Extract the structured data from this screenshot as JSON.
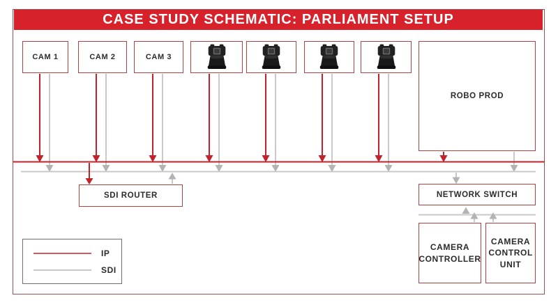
{
  "title": "CASE STUDY SCHEMATIC: PARLIAMENT SETUP",
  "colors": {
    "banner_red": "#d7212b",
    "line_red": "#c2222b",
    "line_gray": "#c9c9c9",
    "arrow_gray": "#b3b3b3",
    "box_border_red": "#b2423f",
    "frame_border": "#9b5151",
    "legend_border": "#6f6f6f",
    "text_dark": "#2b2b2b"
  },
  "cameras": {
    "cam1": "CAM 1",
    "cam2": "CAM 2",
    "cam3": "CAM 3",
    "ptz_icons": [
      {
        "icon": "ptz-camera-icon"
      },
      {
        "icon": "ptz-camera-icon"
      },
      {
        "icon": "ptz-camera-icon"
      },
      {
        "icon": "ptz-camera-icon"
      }
    ]
  },
  "nodes": {
    "robo_prod": "ROBO PROD",
    "sdi_router": "SDI ROUTER",
    "network_switch": "NETWORK SWITCH",
    "camera_controller": "CAMERA CONTROLLER",
    "camera_control_unit": "CAMERA CONTROL UNIT"
  },
  "legend": {
    "items": [
      {
        "label": "IP",
        "type": "ip-line"
      },
      {
        "label": "SDI",
        "type": "sdi-line"
      }
    ]
  }
}
